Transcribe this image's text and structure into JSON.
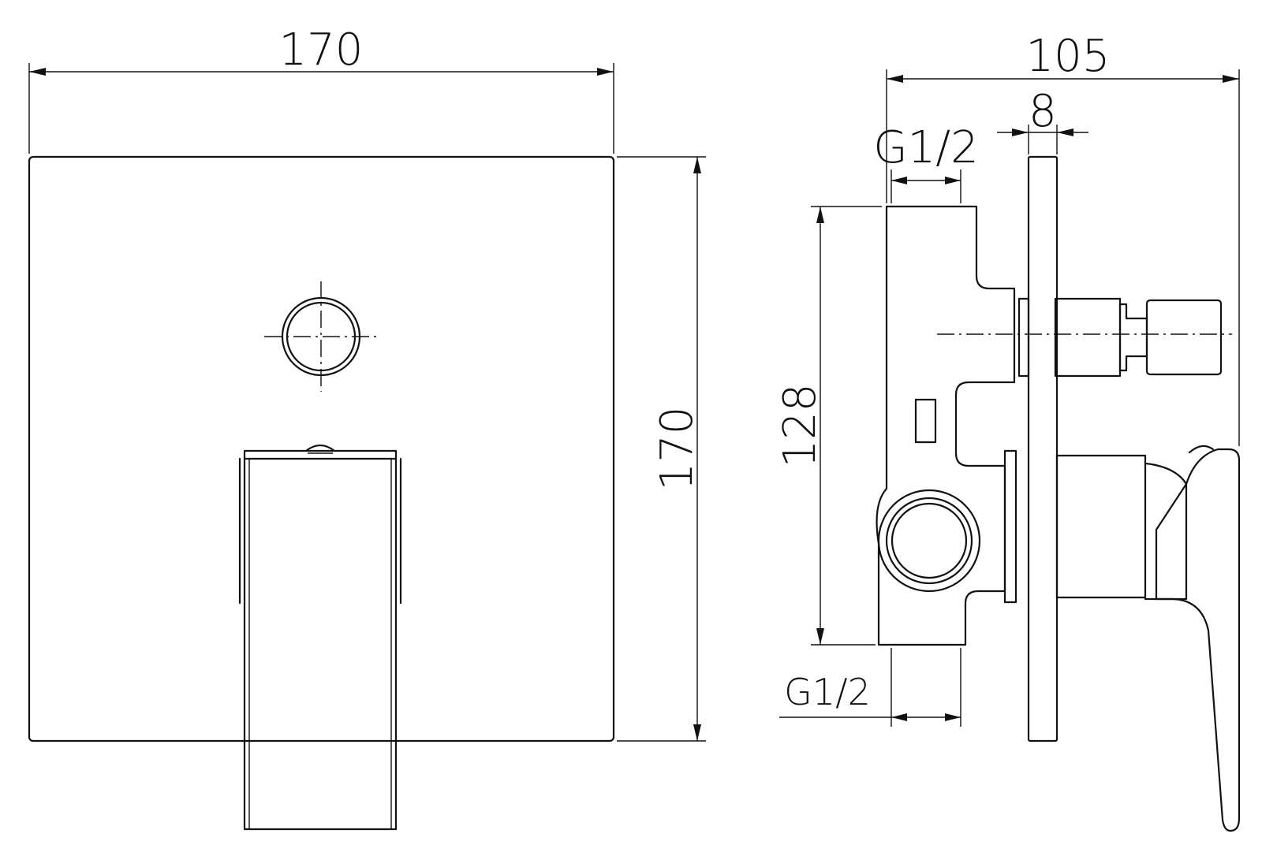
{
  "front_view": {
    "width_dimension": "170",
    "height_dimension": "170"
  },
  "side_view": {
    "depth_dimension": "105",
    "plate_thickness_dimension": "8",
    "top_thread_label": "G1/2",
    "body_height_dimension": "128",
    "bottom_thread_label": "G1/2"
  }
}
